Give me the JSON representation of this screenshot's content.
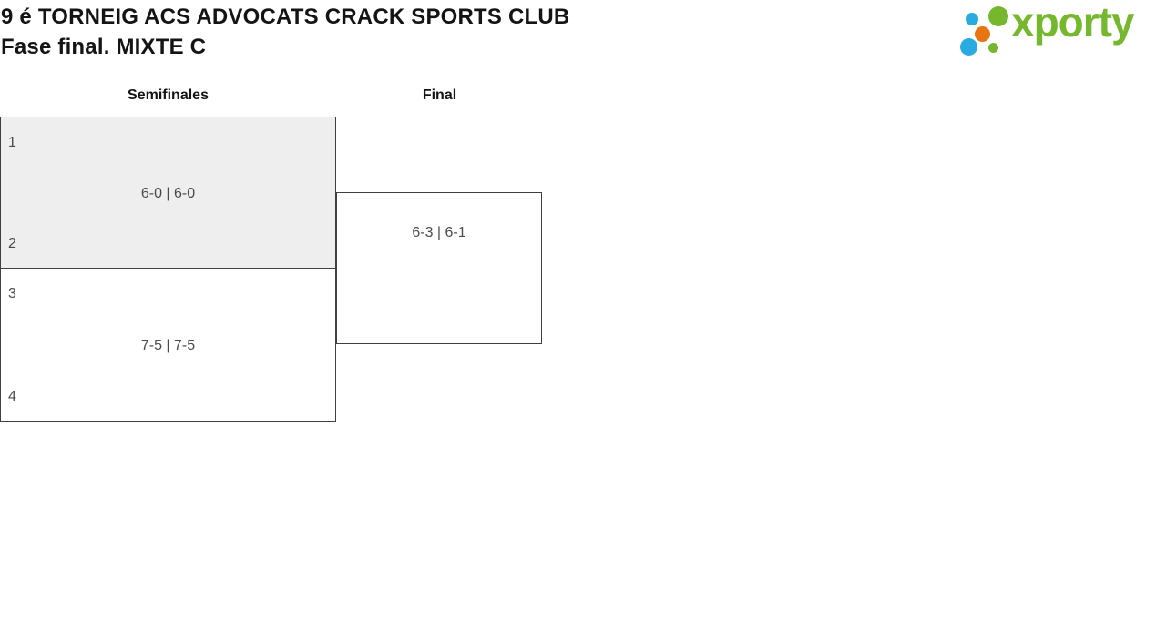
{
  "page": {
    "title_line1": "9 é TORNEIG ACS ADVOCATS CRACK SPORTS CLUB",
    "title_line2": "Fase final. MIXTE C"
  },
  "logo": {
    "wordmark": "xporty",
    "colors": {
      "green": "#76b82d",
      "blue": "#29abe2",
      "orange": "#e87511"
    }
  },
  "bracket": {
    "round_labels": [
      "Semifinales",
      "Final"
    ],
    "semifinals": [
      {
        "seed_top": "1",
        "seed_bottom": "2",
        "score": "6-0 | 6-0"
      },
      {
        "seed_top": "3",
        "seed_bottom": "4",
        "score": "7-5 | 7-5"
      }
    ],
    "final": {
      "score": "6-3 | 6-1"
    }
  },
  "colors": {
    "box_border": "#3f3f3f",
    "box_highlight_fill": "#eeeeee",
    "text_dark": "#141414",
    "text_muted": "#4a4a4a",
    "background": "#ffffff"
  }
}
